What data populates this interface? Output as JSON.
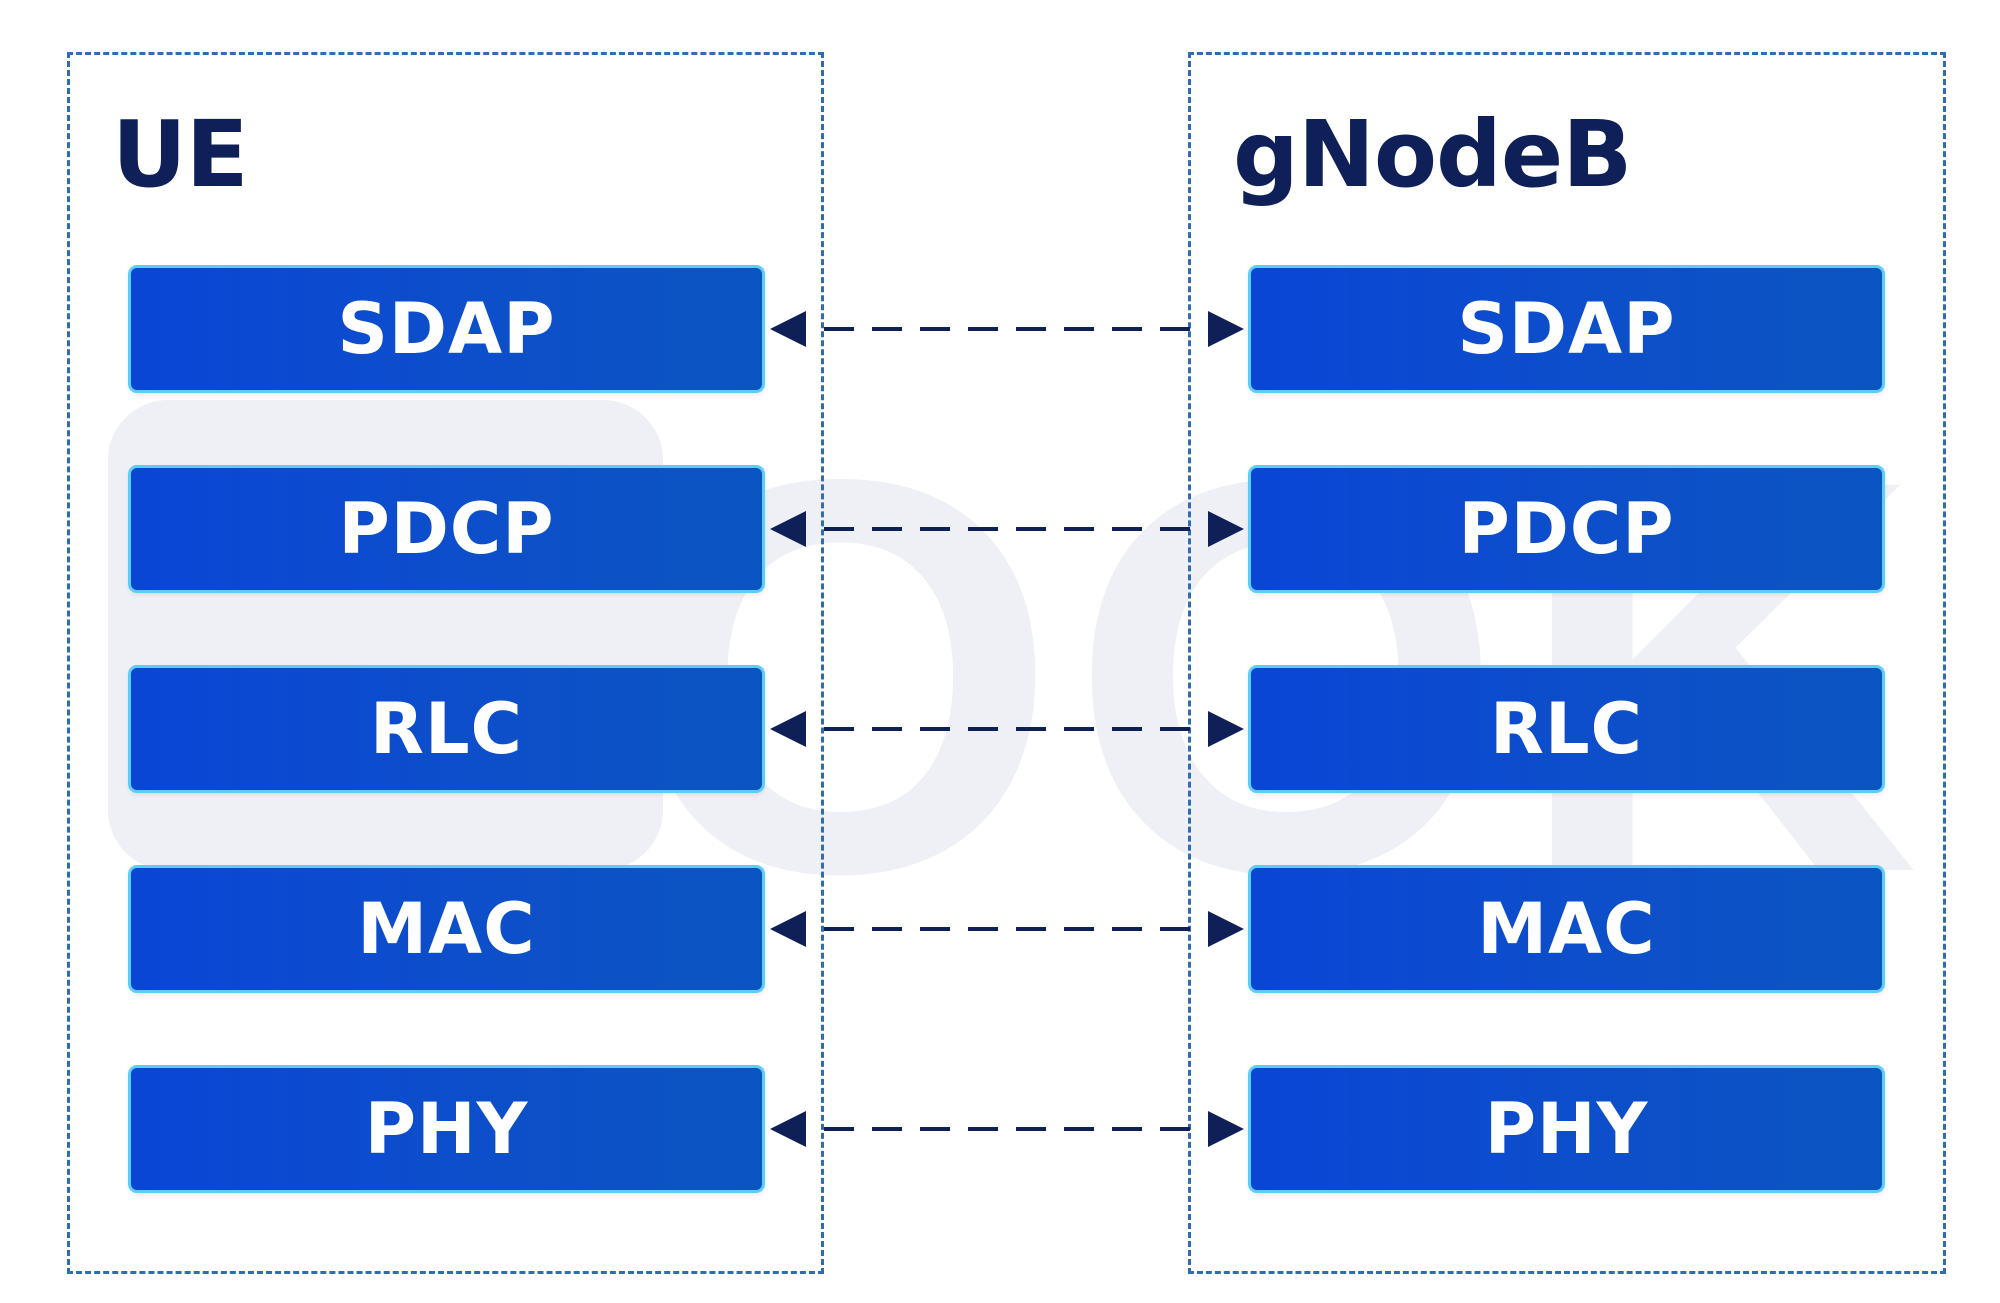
{
  "diagram": {
    "left_panel": {
      "title": "UE",
      "layers": [
        "SDAP",
        "PDCP",
        "RLC",
        "MAC",
        "PHY"
      ]
    },
    "right_panel": {
      "title": "gNodeB",
      "layers": [
        "SDAP",
        "PDCP",
        "RLC",
        "MAC",
        "PHY"
      ]
    },
    "connectors": [
      {
        "from": "UE SDAP",
        "to": "gNodeB SDAP",
        "style": "dashed",
        "direction": "bidirectional"
      },
      {
        "from": "UE PDCP",
        "to": "gNodeB PDCP",
        "style": "dashed",
        "direction": "bidirectional"
      },
      {
        "from": "UE RLC",
        "to": "gNodeB RLC",
        "style": "dashed",
        "direction": "bidirectional"
      },
      {
        "from": "UE MAC",
        "to": "gNodeB MAC",
        "style": "dashed",
        "direction": "bidirectional"
      },
      {
        "from": "UE PHY",
        "to": "gNodeB PHY",
        "style": "dashed",
        "direction": "bidirectional"
      }
    ]
  },
  "colors": {
    "panel_border": "#2e6db4",
    "title": "#0f1f57",
    "layer_fill": "#0b4fcf",
    "layer_border": "#5ccdf5",
    "layer_text": "#ffffff",
    "arrow": "#0f1f57",
    "watermark": "#eef0f5"
  },
  "watermark_text": "IPLOOK"
}
